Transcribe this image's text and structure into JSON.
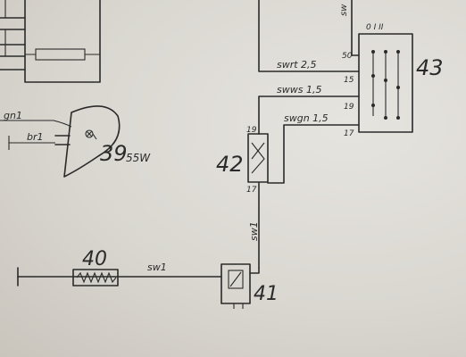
{
  "colors": {
    "ink": "#2a2a2a",
    "paper": "#dad7d1"
  },
  "component_43": {
    "number": "43",
    "switch_positions": "0 I II",
    "terminals": {
      "t50": "50",
      "t15": "15",
      "t19": "19",
      "t17": "17"
    }
  },
  "component_42": {
    "number": "42",
    "pin_top": "19",
    "pin_bottom": "17"
  },
  "component_41": {
    "number": "41"
  },
  "component_40": {
    "number": "40"
  },
  "component_39": {
    "number": "39",
    "rating": "55W"
  },
  "wires": {
    "sw_top": "sw",
    "swrt": "swrt 2,5",
    "swws": "swws 1,5",
    "swgn": "swgn 1,5",
    "sw1_vertical": "sw1",
    "sw1_horizontal": "sw1",
    "gn1": "gn1",
    "br1": "br1"
  }
}
